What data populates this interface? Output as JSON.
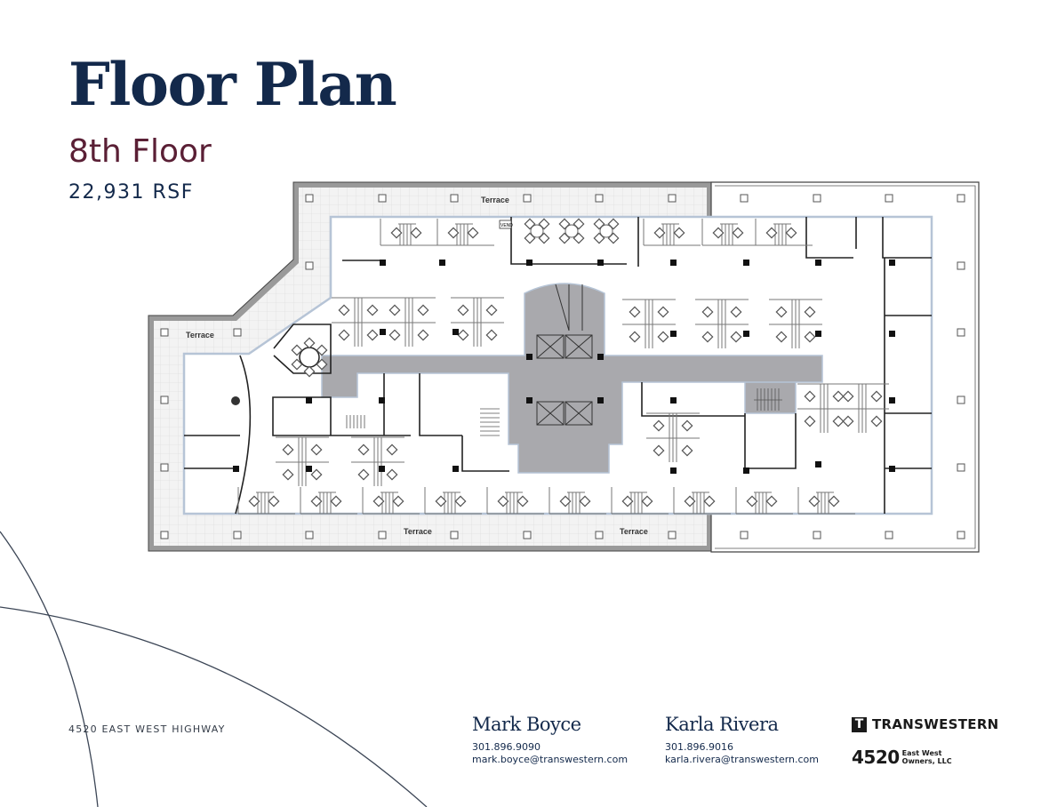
{
  "header": {
    "title": "Floor Plan",
    "floor": "8th Floor",
    "area": "22,931 RSF"
  },
  "floor_plan": {
    "labels": {
      "terrace_top": "Terrace",
      "terrace_left": "Terrace",
      "terrace_bottom_left": "Terrace",
      "terrace_bottom_right": "Terrace",
      "vending": "VEND"
    }
  },
  "footer": {
    "address": "4520 EAST WEST HIGHWAY",
    "contacts": [
      {
        "name": "Mark Boyce",
        "phone": "301.896.9090",
        "email": "mark.boyce@transwestern.com"
      },
      {
        "name": "Karla Rivera",
        "phone": "301.896.9016",
        "email": "karla.rivera@transwestern.com"
      }
    ],
    "brand": {
      "logo_glyph": "T",
      "name": "TRANSWESTERN"
    },
    "owner": {
      "number": "4520",
      "line1": "East West",
      "line2": "Owners, LLC"
    }
  },
  "colors": {
    "title": "#13294b",
    "floor": "#5a1f35",
    "core": "#a9a9ad",
    "terrace": "#f1f1f1"
  }
}
